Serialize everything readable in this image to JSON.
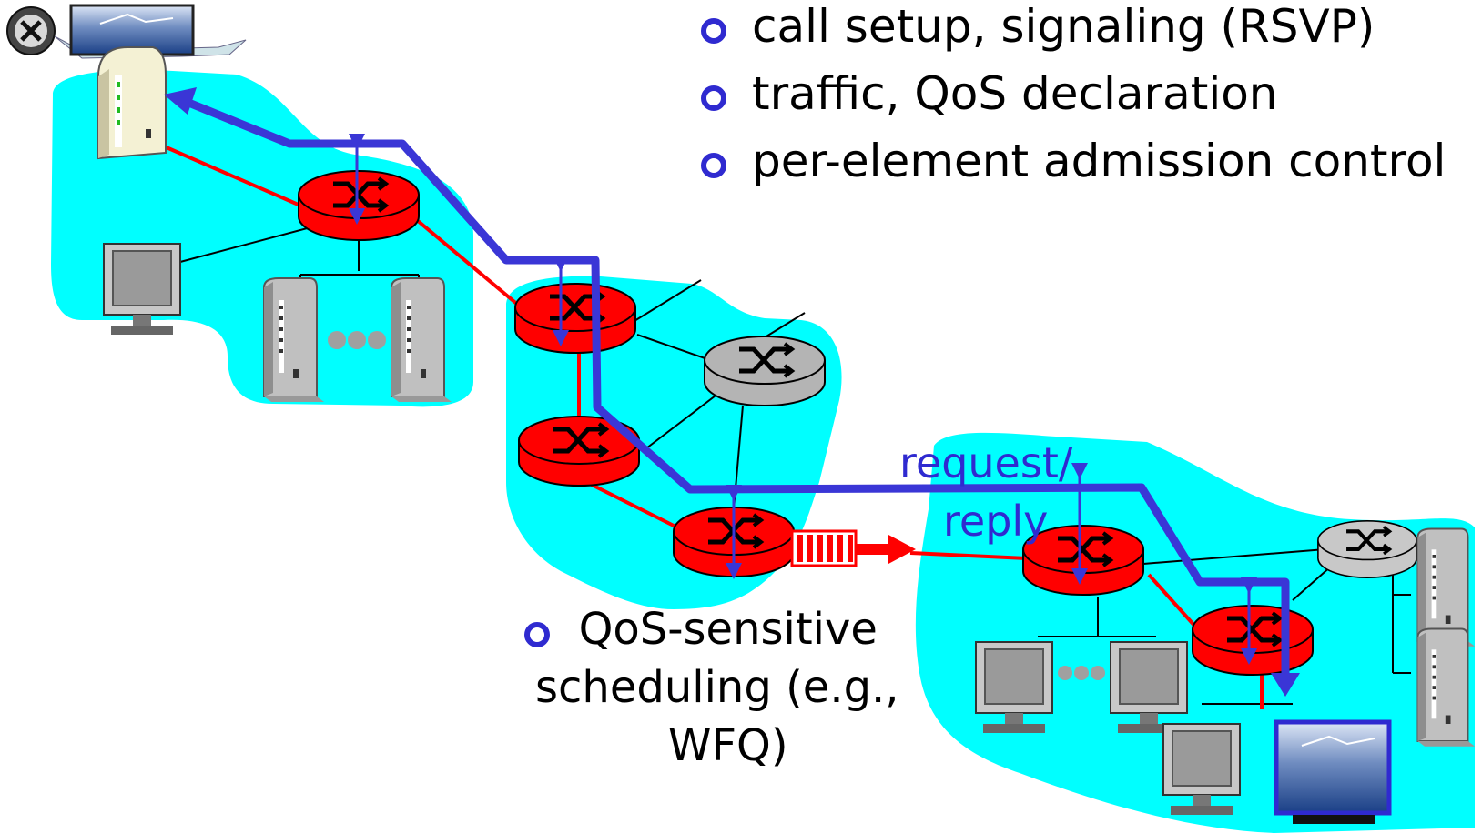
{
  "top_bullets": [
    "call setup, signaling (RSVP)",
    "traffic, QoS declaration",
    "per-element admission control"
  ],
  "bottom_bullet": {
    "line1": "QoS-sensitive",
    "line2": "scheduling (e.g.,",
    "line3": "WFQ)"
  },
  "labels": {
    "request": "request/",
    "reply": "reply"
  },
  "colors": {
    "cloud": "#00ffff",
    "router_active": "#ff0000",
    "router_idle": "#b4b4b4",
    "signal_path": "#3a36d6",
    "data_path": "#ff0000"
  },
  "icons": [
    "film-reel-icon",
    "video-screen-icon",
    "server-icon",
    "router-icon",
    "monitor-icon",
    "queue-icon"
  ]
}
